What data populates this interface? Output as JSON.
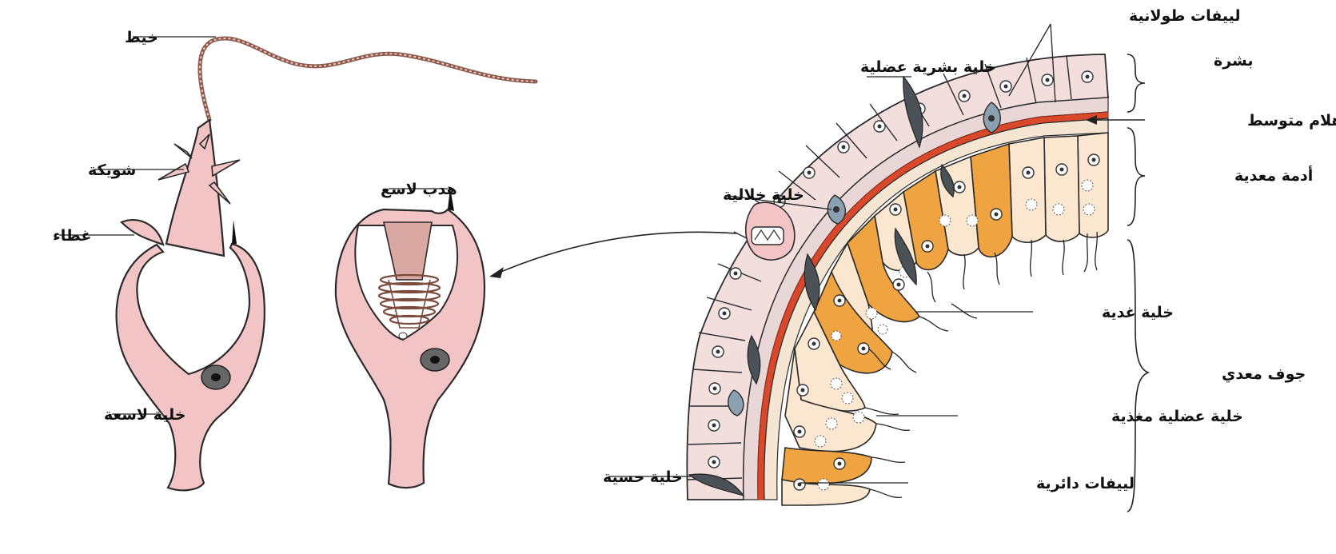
{
  "labels": {
    "thread": "خيط",
    "spine": "شويكة",
    "lid": "غطاء",
    "cnidocyte": "خلية لاسعة",
    "cnidocil": "هدب لاسع",
    "longitudinal_fibers": "لييفات طولانية",
    "epitheliomuscular_cell": "خلية بشرية عضلية",
    "epidermis": "بشرة",
    "mesoglea": "هلام متوسط",
    "gastrodermis": "أدمة معدية",
    "interstitial_cell": "خلية خلالية",
    "gland_cell": "خلية غدية",
    "gastrovascular_cavity": "جوف معدي",
    "nutritive_muscle_cell": "خلية عضلية مغذية",
    "circular_fibers": "لييفات دائرية",
    "sensory_cell": "خلية حسية"
  },
  "colors": {
    "cnidocyte_fill": "#f2c4c6",
    "epidermis_cell": "#f3dede",
    "gastrodermis_cell": "#fbe6cf",
    "gland_cell": "#f0a341",
    "mesoglea": "#d9482b",
    "interstitial_cell": "#8ba0b0",
    "nerve_cell": "#4a5258"
  }
}
